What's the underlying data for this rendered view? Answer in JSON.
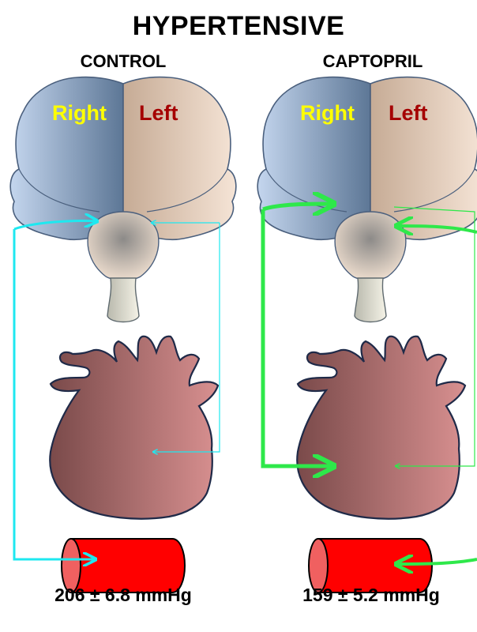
{
  "title": "HYPERTENSIVE",
  "panels": [
    {
      "heading": "CONTROL",
      "hemisphere_right": "Right",
      "hemisphere_left": "Left",
      "pressure": "206 ± 6.8 mmHg",
      "arrow_color": "#1ee8f0"
    },
    {
      "heading": "CAPTOPRIL",
      "hemisphere_right": "Right",
      "hemisphere_left": "Left",
      "pressure": "159 ± 5.2 mmHg",
      "arrow_color": "#2ee84a"
    }
  ],
  "colors": {
    "right_hemisphere": "#8fa8c8",
    "left_hemisphere": "#dcc4b2",
    "heart": "#b06a6a",
    "vessel": "#ff0000"
  },
  "icons": [
    "brain-icon",
    "heart-icon",
    "blood-vessel-icon"
  ]
}
